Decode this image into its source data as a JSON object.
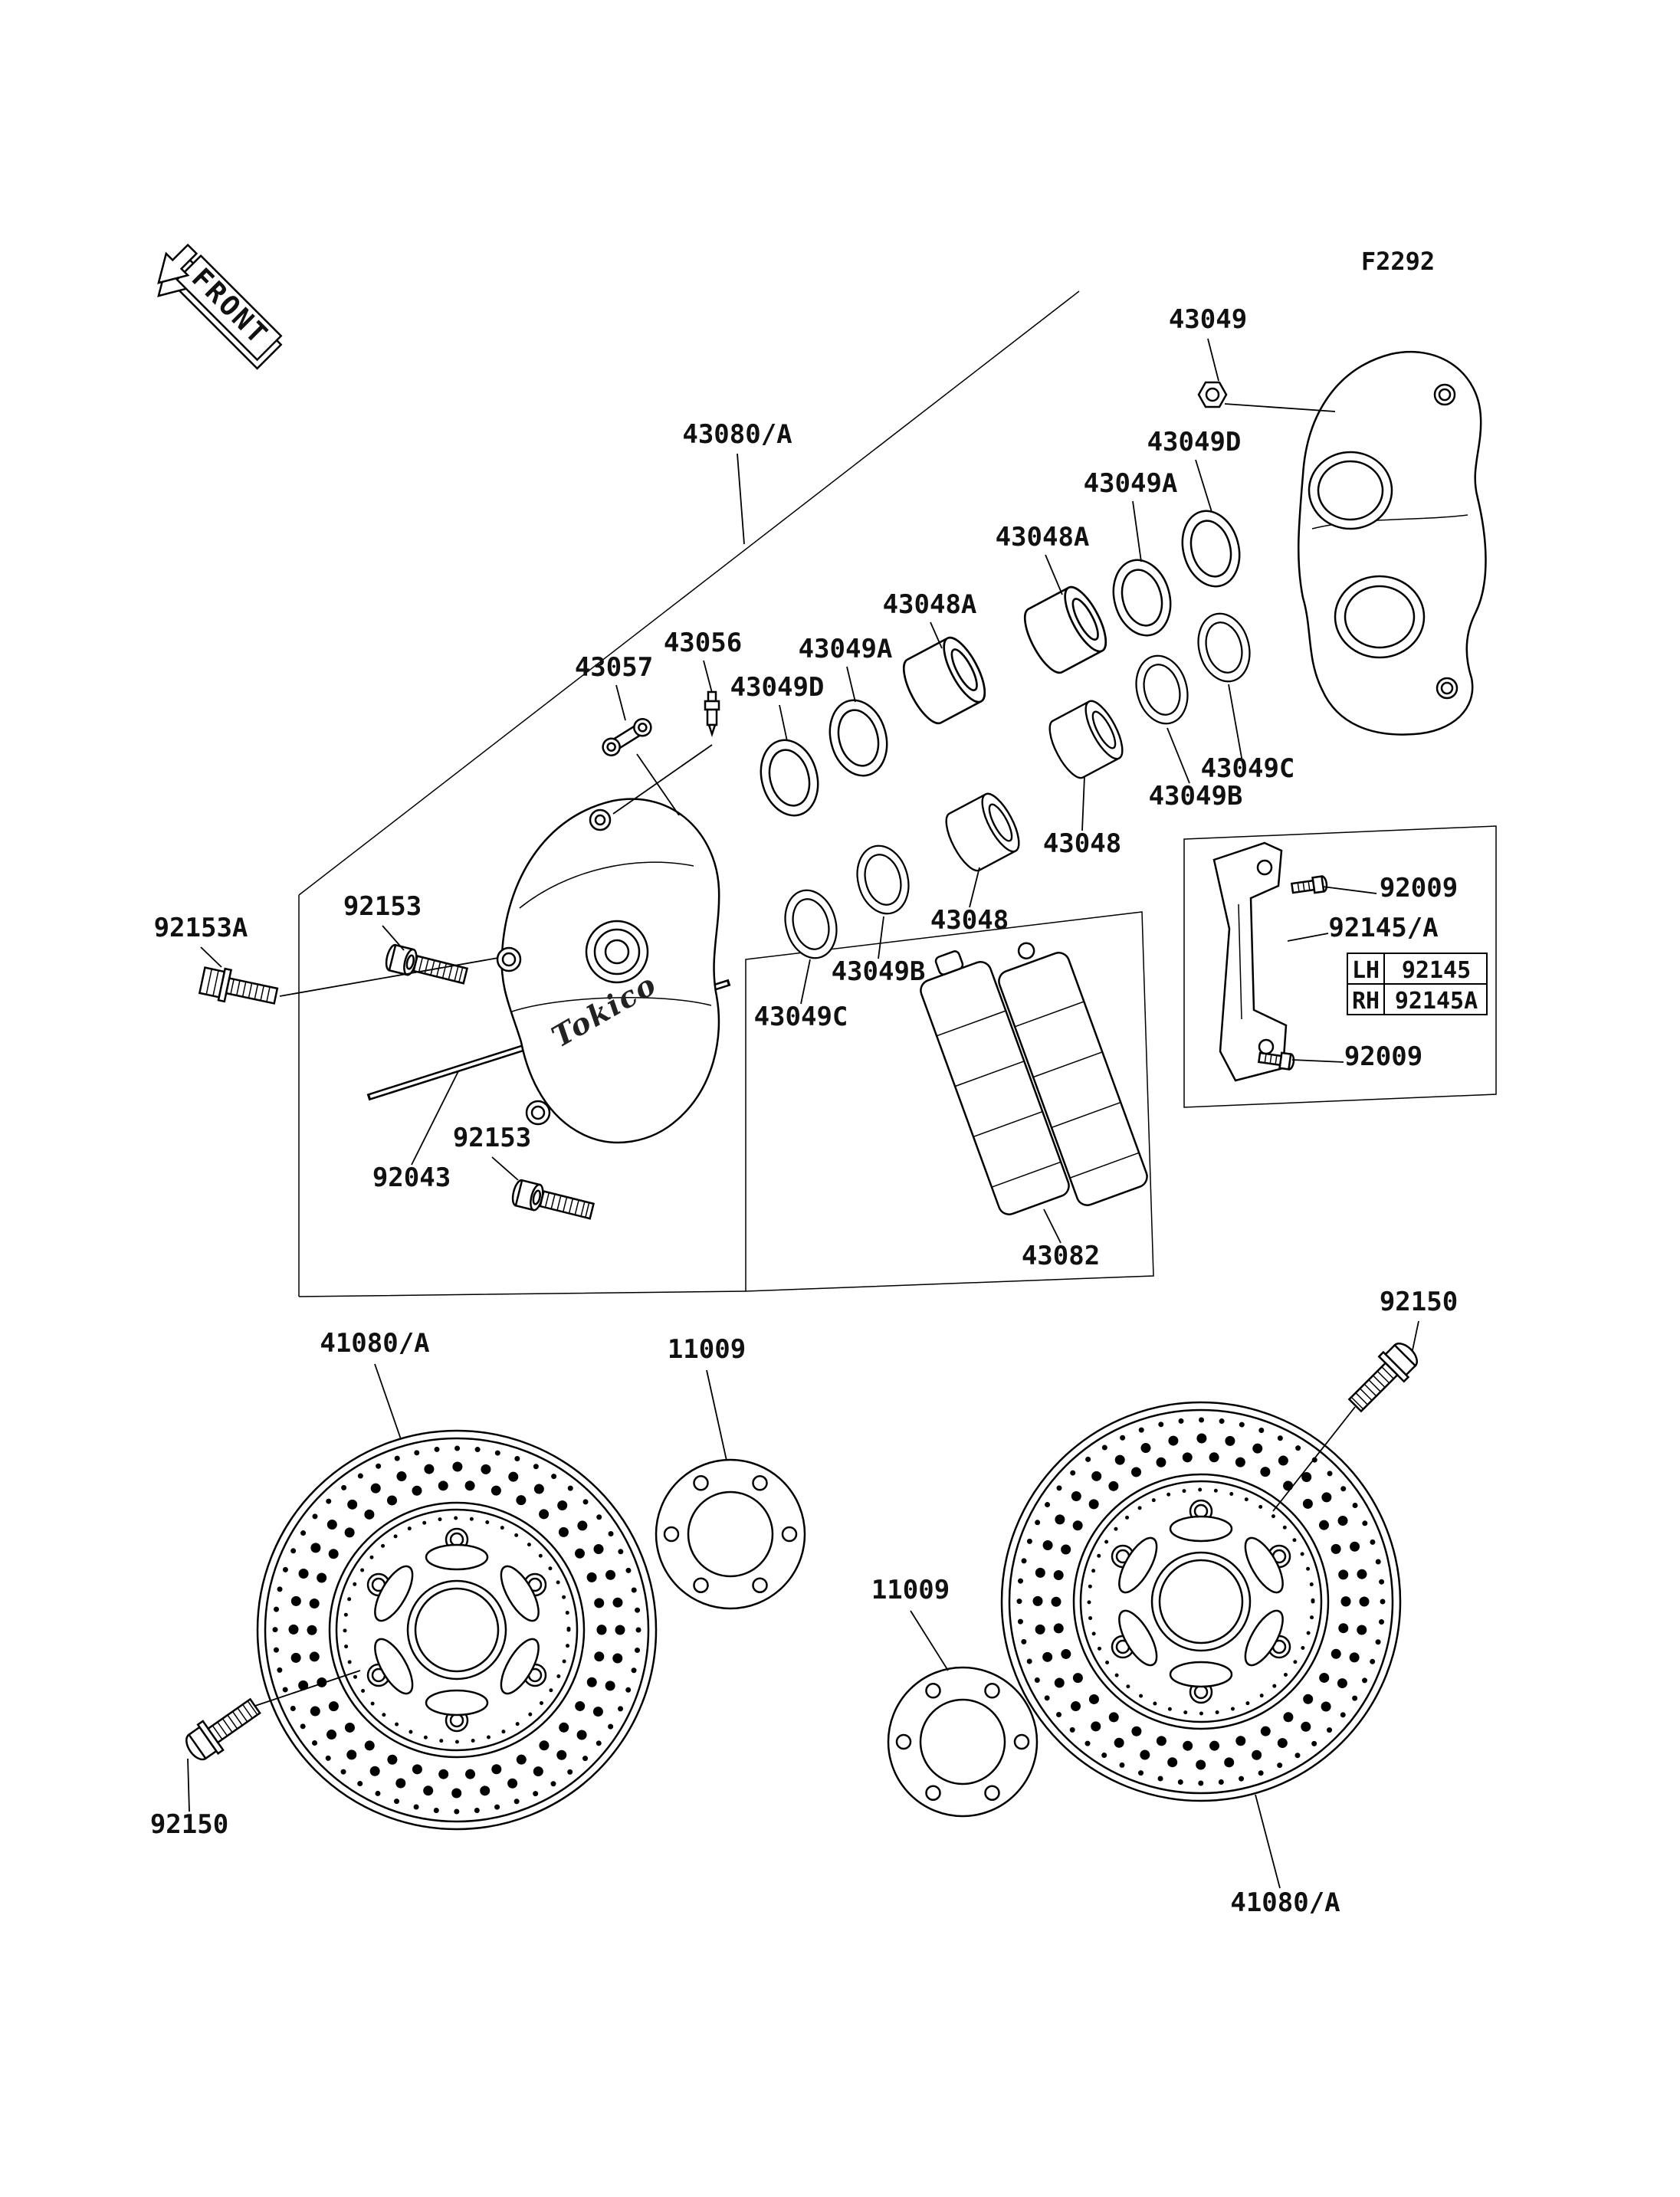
{
  "figure": {
    "code": "F2292",
    "direction_label": "FRONT"
  },
  "caliper_brand": "Tokico",
  "labels": {
    "caliper_assembly": "43080/A",
    "nut": "43049",
    "piston_dust_seal": "43049D",
    "piston_seal": "43049A",
    "seal_b": "43049B",
    "seal_c": "43049C",
    "piston_large": "43048A",
    "piston_small": "43048",
    "bleed_valve": "43056",
    "clip": "43057",
    "screw": "92009",
    "pad_holder_assembly": "92145/A",
    "caliper_bolt": "92153",
    "caliper_bolt_a": "92153A",
    "pin": "92043",
    "pad_set": "43082",
    "disc_bolt": "92150",
    "disc": "41080/A",
    "gasket": "11009"
  },
  "ref_table": {
    "rows": [
      {
        "side": "LH",
        "part": "92145"
      },
      {
        "side": "RH",
        "part": "92145A"
      }
    ]
  }
}
